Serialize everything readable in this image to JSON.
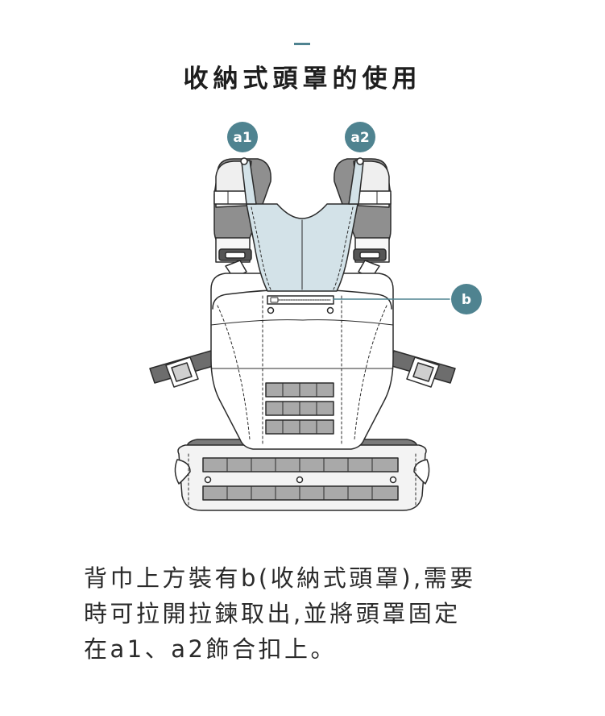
{
  "page": {
    "title": "收納式頭罩的使用",
    "accent_color": "#4f8390"
  },
  "labels": {
    "a1": "a1",
    "a2": "a2",
    "b": "b"
  },
  "description": {
    "line1": "背巾上方裝有b(收納式頭罩),需要",
    "line2": "時可拉開拉鍊取出,並將頭罩固定",
    "line3": "在a1、a2飾合扣上。"
  },
  "colors": {
    "hood": "#d3e2e8",
    "outline": "#2b2b2b",
    "shoulder_strap": "#8f8f8f",
    "panel_gray": "#a9a9a9",
    "dark_gray": "#6d6d6d"
  }
}
